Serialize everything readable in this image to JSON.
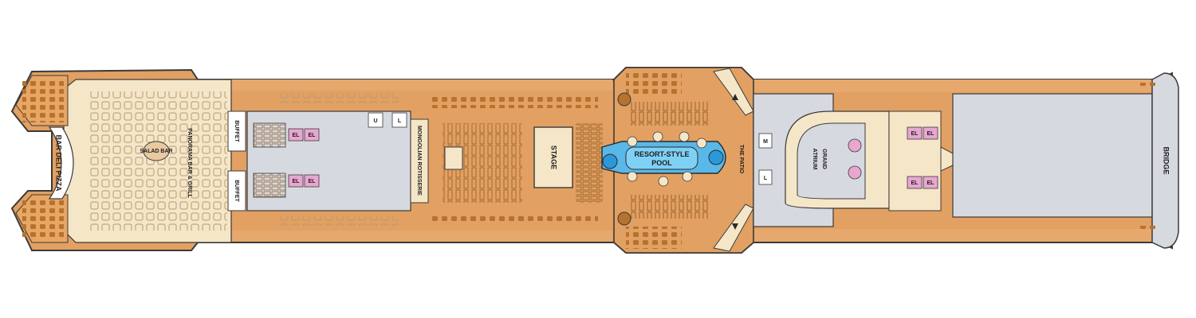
{
  "deck_map": {
    "labels": {
      "bar_deli_pizza": "BAR DELI PIZZA",
      "panorama_bar_grill": "PANORAMA BAR & GRILL",
      "salad_bar": "SALAD BAR",
      "buffet_top": "BUFFET",
      "buffet_bottom": "BUFFET",
      "mongolian_rotisserie": "MONGOLIAN ROTISSERIE",
      "stage": "STAGE",
      "pool_line1": "RESORT-STYLE",
      "pool_line2": "POOL",
      "the_patio": "THE PATIO",
      "grand_atrium_line1": "GRAND",
      "grand_atrium_line2": "ATRIUM",
      "bridge": "BRIDGE",
      "restroom_u": "U",
      "restroom_l_top": "L",
      "restroom_m": "M",
      "restroom_l_bottom": "L",
      "elevator": "EL"
    },
    "colors": {
      "deck_orange": "#e2a062",
      "deck_dark": "#c87f3c",
      "cream": "#f5e6c8",
      "gray_room": "#d6d9df",
      "blue_pool": "#5ab8e8",
      "pink_elevator": "#e8a6d1",
      "outline": "#3a3a3a"
    }
  }
}
